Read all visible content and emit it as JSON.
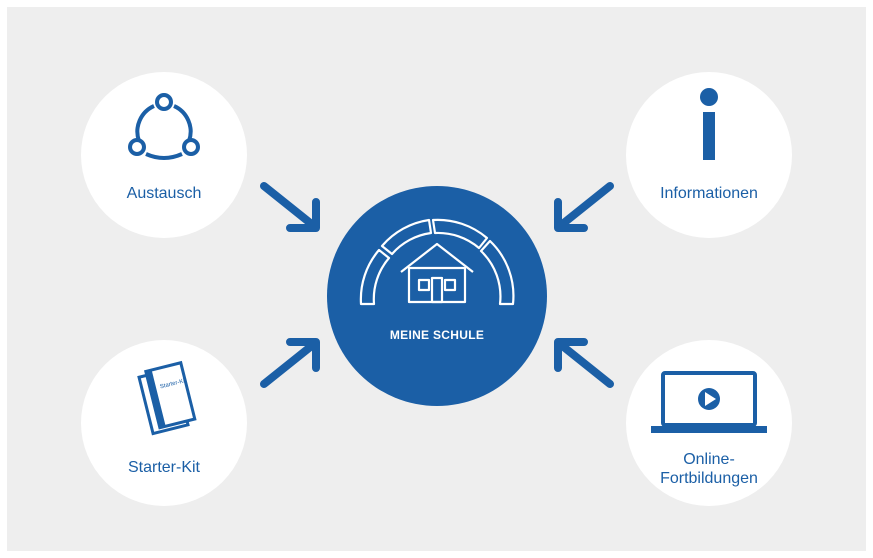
{
  "colors": {
    "accent": "#1b5fa6",
    "background": "#eeeeee",
    "node": "#ffffff"
  },
  "hub": {
    "label": "MEINE SCHULE",
    "icon": "school-house-icon"
  },
  "nodes": [
    {
      "id": "austausch",
      "label": "Austausch",
      "icon": "share-network-icon"
    },
    {
      "id": "informationen",
      "label": "Informationen",
      "icon": "info-icon"
    },
    {
      "id": "starter",
      "label": "Starter-Kit",
      "icon": "book-icon",
      "book_text": "Starter-Kit"
    },
    {
      "id": "online",
      "label_line1": "Online-",
      "label_line2": "Fortbildungen",
      "icon": "laptop-play-icon"
    }
  ]
}
